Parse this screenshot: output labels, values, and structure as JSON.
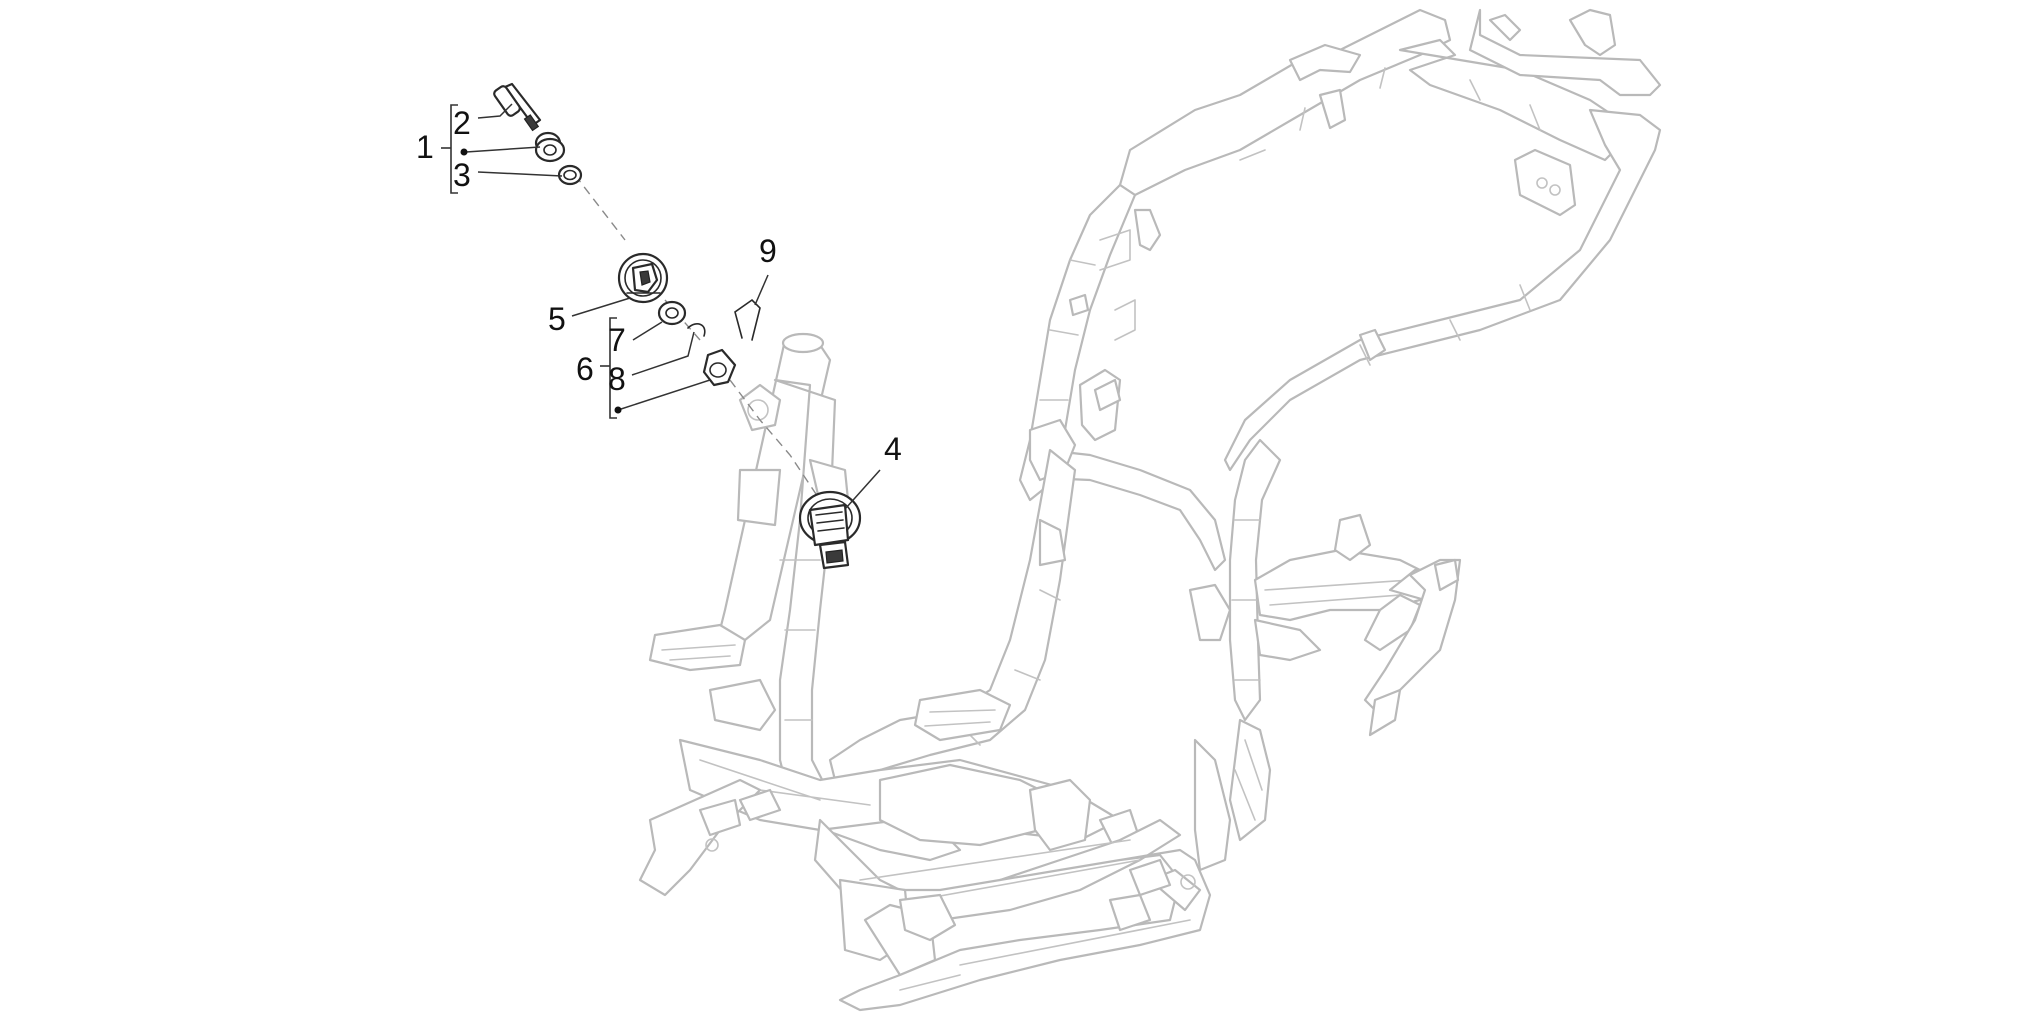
{
  "callouts": {
    "c1": "1",
    "c2": "2",
    "c3": "3",
    "c4": "4",
    "c5": "5",
    "c6": "6",
    "c7": "7",
    "c8": "8",
    "c9": "9"
  },
  "colors": {
    "frame_stroke": "#b9b9b9",
    "part_stroke": "#2a2a2a",
    "text": "#111111",
    "background": "#ffffff"
  }
}
